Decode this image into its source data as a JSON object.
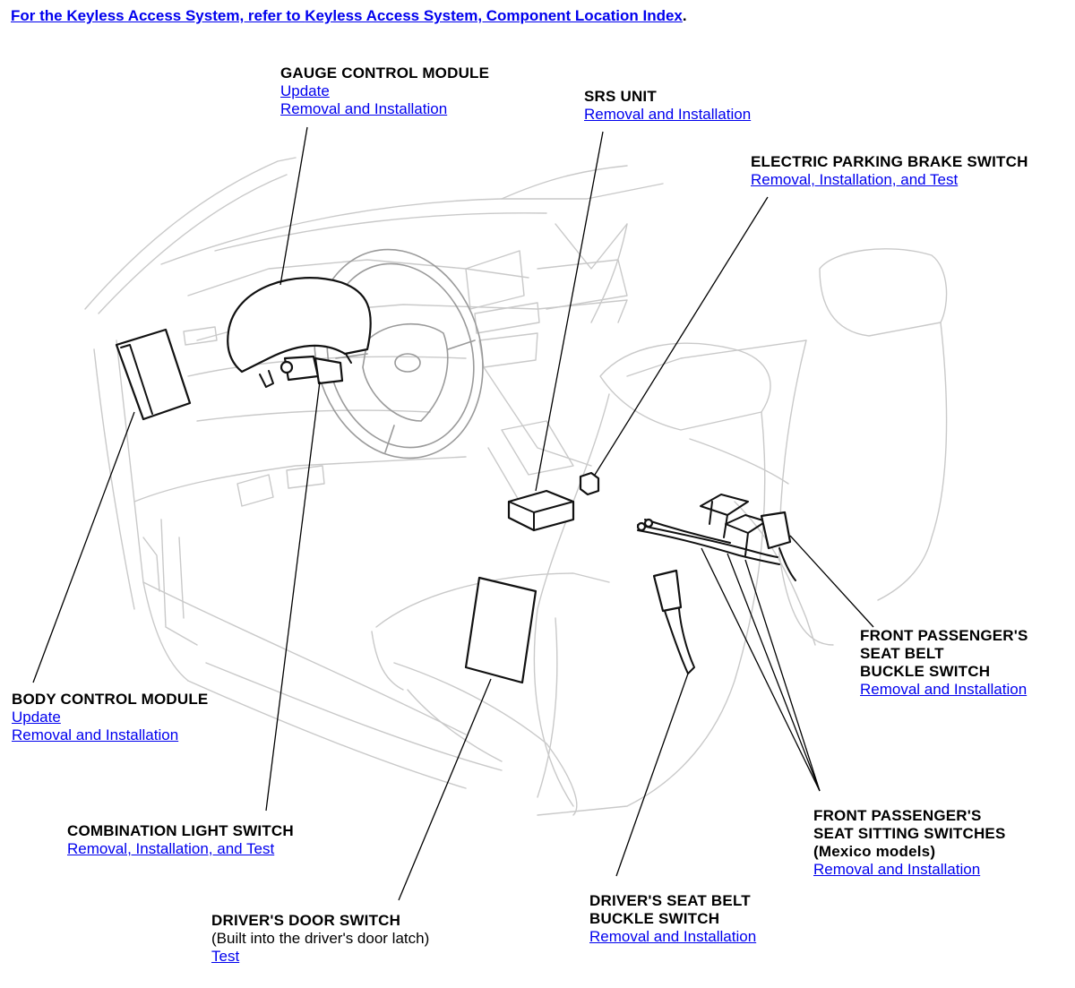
{
  "header": {
    "prefix": "For the Keyless Access System, refer to ",
    "link": "Keyless Access System, Component Location Index",
    "suffix": "."
  },
  "labels": {
    "gauge_control_module": {
      "title": "GAUGE CONTROL MODULE",
      "link1": "Update",
      "link2": "Removal and Installation"
    },
    "srs_unit": {
      "title": "SRS UNIT",
      "link1": "Removal and Installation"
    },
    "electric_parking_brake_switch": {
      "title": "ELECTRIC PARKING BRAKE SWITCH",
      "link1": "Removal, Installation, and Test"
    },
    "front_passenger_seat_belt_buckle_switch": {
      "line1": "FRONT PASSENGER'S",
      "line2": "SEAT BELT",
      "line3": "BUCKLE SWITCH",
      "link1": "Removal and Installation"
    },
    "body_control_module": {
      "title": "BODY CONTROL MODULE",
      "link1": "Update",
      "link2": "Removal and Installation"
    },
    "combination_light_switch": {
      "title": "COMBINATION LIGHT SWITCH",
      "link1": "Removal, Installation, and Test"
    },
    "front_passenger_seat_sitting_switches": {
      "line1": "FRONT PASSENGER'S",
      "line2": "SEAT SITTING SWITCHES",
      "line3": "(Mexico models)",
      "link1": "Removal and Installation"
    },
    "drivers_seat_belt_buckle_switch": {
      "line1": "DRIVER'S SEAT BELT",
      "line2": "BUCKLE SWITCH",
      "link1": "Removal and Installation"
    },
    "drivers_door_switch": {
      "title": "DRIVER'S DOOR SWITCH",
      "note": "(Built into the driver's door latch)",
      "link1": "Test"
    }
  },
  "colors": {
    "link": "#0000ee",
    "text": "#000000",
    "illustration_line": "#c9c9c9",
    "component_line": "#111111"
  }
}
